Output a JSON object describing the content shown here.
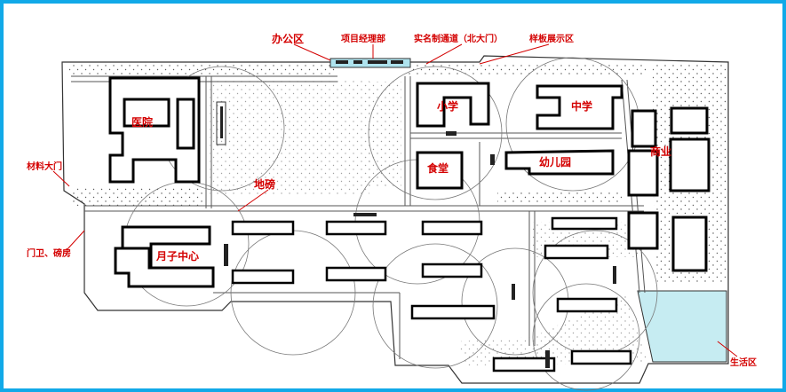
{
  "labels": {
    "office": "办公区",
    "project_dept": "项目经理部",
    "north_gate": "实名制通道（北大门）",
    "sample_zone": "样板展示区",
    "hospital": "医院",
    "primary_school": "小学",
    "middle_school": "中学",
    "canteen": "食堂",
    "kindergarten": "幼儿园",
    "commercial": "商业",
    "material_gate": "材料大门",
    "weighbridge": "地磅",
    "guard_room": "门卫、磅房",
    "maternity": "月子中心",
    "living_zone": "生活区"
  },
  "colors": {
    "border": "#11a9e8",
    "label": "#d40000",
    "living_zone_fill": "#c6ecf2",
    "office_fill": "#aee3ee"
  }
}
